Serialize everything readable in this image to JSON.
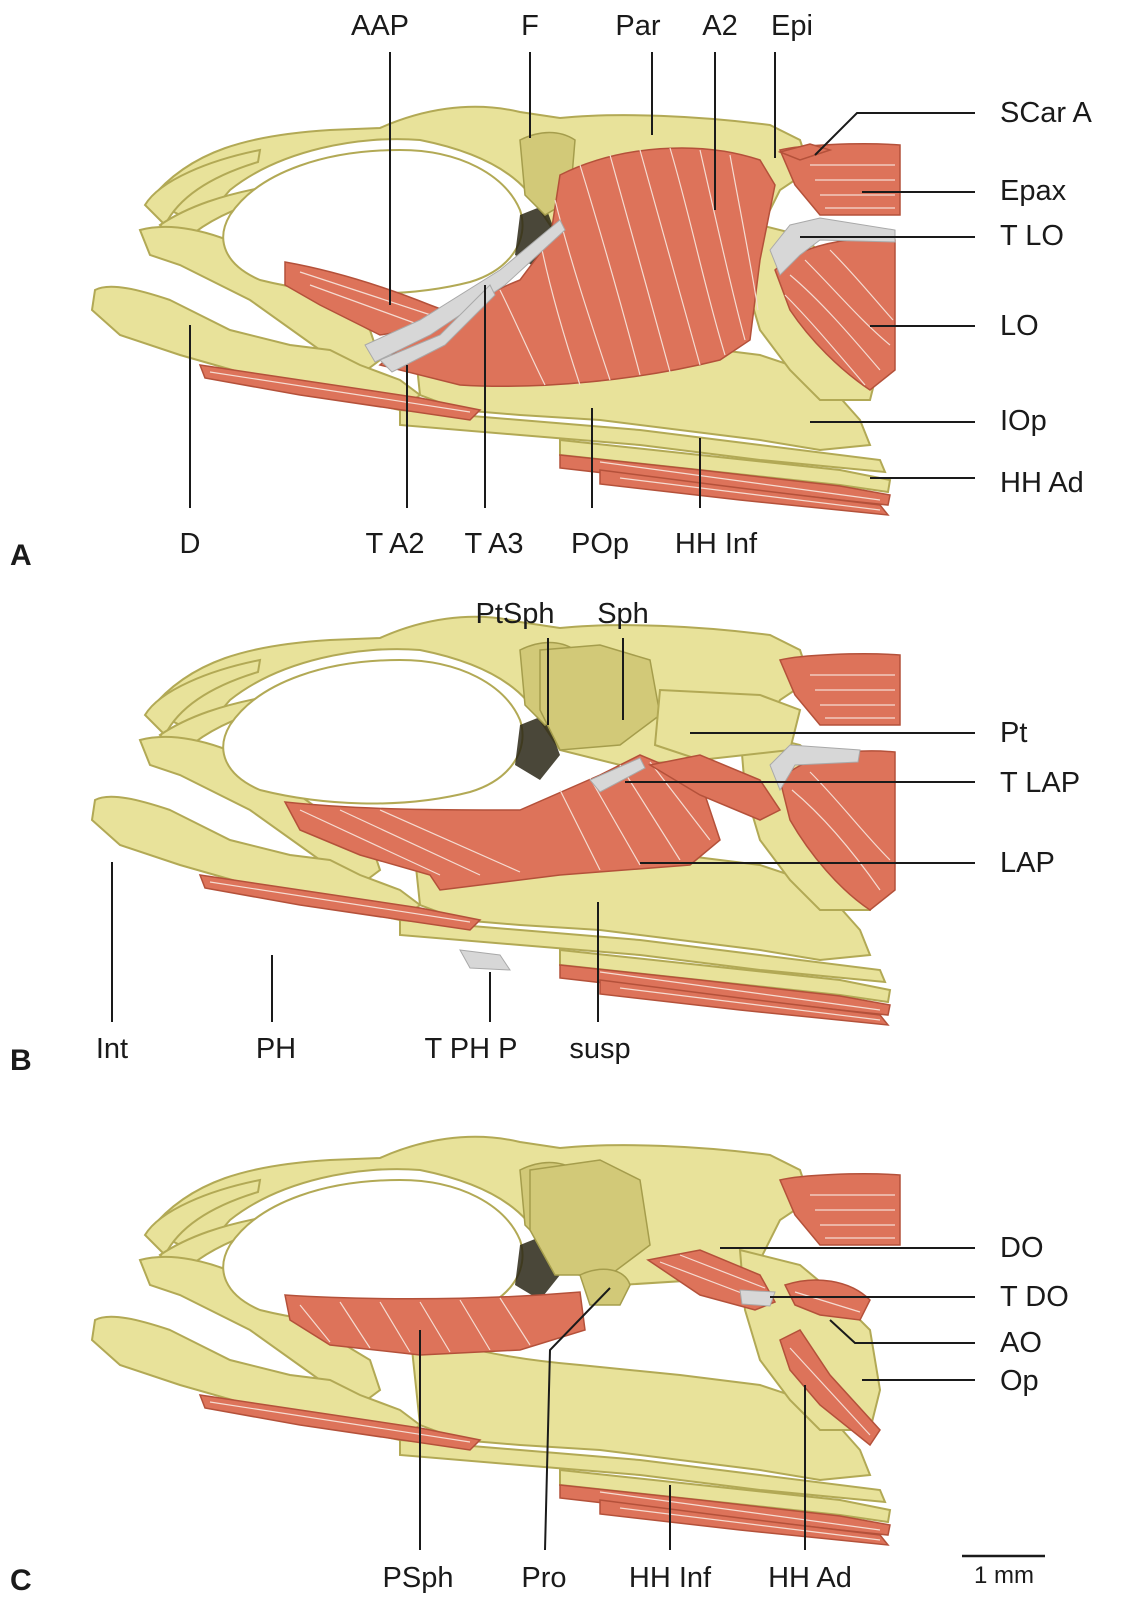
{
  "colors": {
    "bone": "#e8e29a",
    "muscle": "#dd735a",
    "tendon": "#d7d7d7",
    "label": "#1a1a1a"
  },
  "panels": {
    "A": {
      "letter": "A",
      "labels": {
        "AAP": "AAP",
        "F": "F",
        "Par": "Par",
        "A2": "A2",
        "Epi": "Epi",
        "SCarA": "SCar A",
        "Epax": "Epax",
        "TLO": "T LO",
        "LO": "LO",
        "IOp": "IOp",
        "HHAd": "HH Ad",
        "D": "D",
        "TA2": "T A2",
        "TA3": "T A3",
        "POp": "POp",
        "HHInf": "HH Inf"
      }
    },
    "B": {
      "letter": "B",
      "labels": {
        "PtSph": "PtSph",
        "Sph": "Sph",
        "Pt": "Pt",
        "TLAP": "T LAP",
        "LAP": "LAP",
        "Int": "Int",
        "PH": "PH",
        "TPHP": "T PH P",
        "susp": "susp"
      }
    },
    "C": {
      "letter": "C",
      "labels": {
        "DO": "DO",
        "TDO": "T DO",
        "AO": "AO",
        "Op": "Op",
        "PSph": "PSph",
        "Pro": "Pro",
        "HHInf": "HH Inf",
        "HHAd": "HH Ad"
      }
    }
  },
  "scale_bar": {
    "label": "1 mm"
  }
}
